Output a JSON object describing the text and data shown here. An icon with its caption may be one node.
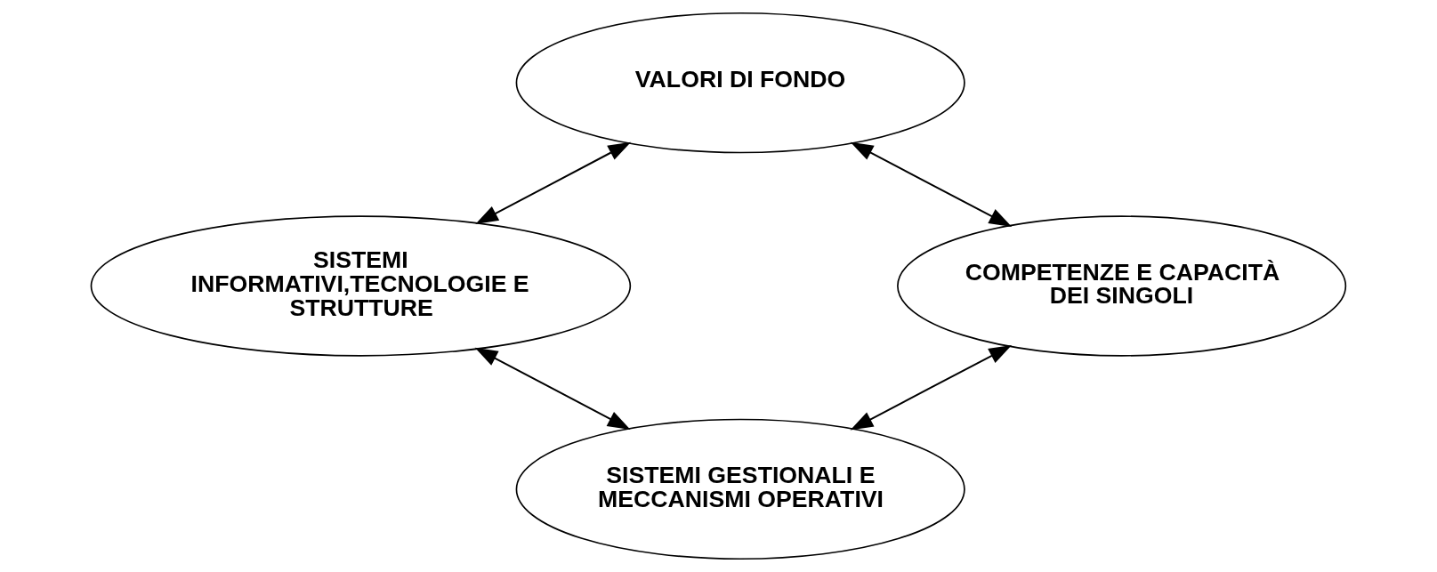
{
  "diagram": {
    "nodes": [
      {
        "text": [
          "VALORI DI FONDO"
        ]
      },
      {
        "text": [
          "SISTEMI INFORMATIVI,TECNOLOGIE E STRUTTURE"
        ]
      },
      {
        "text": [
          "COMPETENZE E CAPACITÀ DEI SINGOLI"
        ]
      },
      {
        "text": [
          "SISTEMI GESTIONALI E MECCANISMI OPERATIVI"
        ]
      }
    ],
    "edges": [
      {
        "from": 0,
        "to": 1,
        "arrow": "both"
      },
      {
        "from": 0,
        "to": 2,
        "arrow": "both"
      },
      {
        "from": 1,
        "to": 3,
        "arrow": "both"
      },
      {
        "from": 2,
        "to": 3,
        "arrow": "both"
      }
    ]
  }
}
